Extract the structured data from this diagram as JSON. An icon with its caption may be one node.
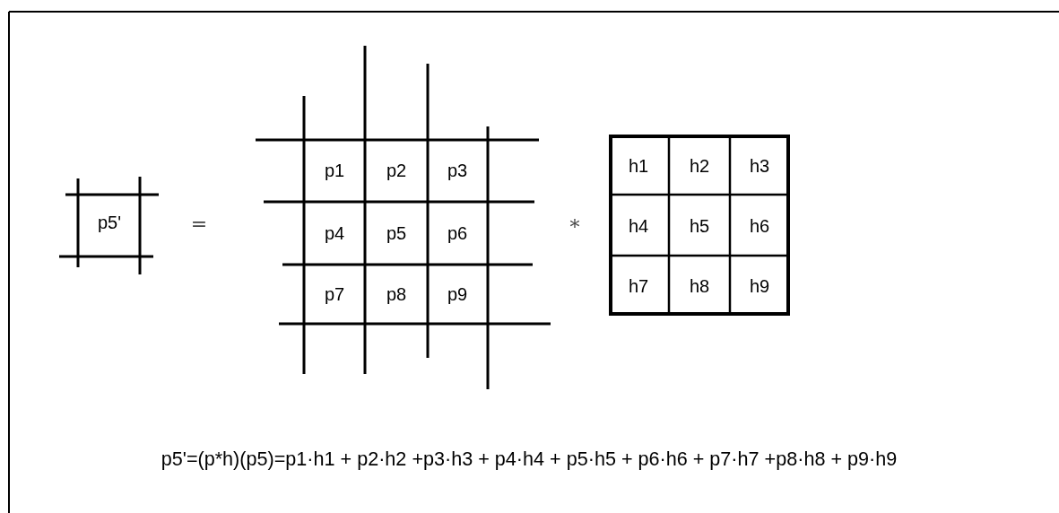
{
  "diagram": {
    "labels": [
      "p5'",
      "=",
      "p1",
      "p2",
      "p3",
      "p4",
      "p5",
      "p6",
      "p7",
      "p8",
      "p9",
      "∗",
      "h1",
      "h2",
      "h3",
      "h4",
      "h5",
      "h6",
      "h7",
      "h8",
      "h9",
      "p5'=(p*h)(p5)=p1·h1 + p2·h2 +p3·h3 + p4·h4 + p5·h5 + p6·h6 + p7·h7 +p8·h8 + p9·h9"
    ]
  }
}
